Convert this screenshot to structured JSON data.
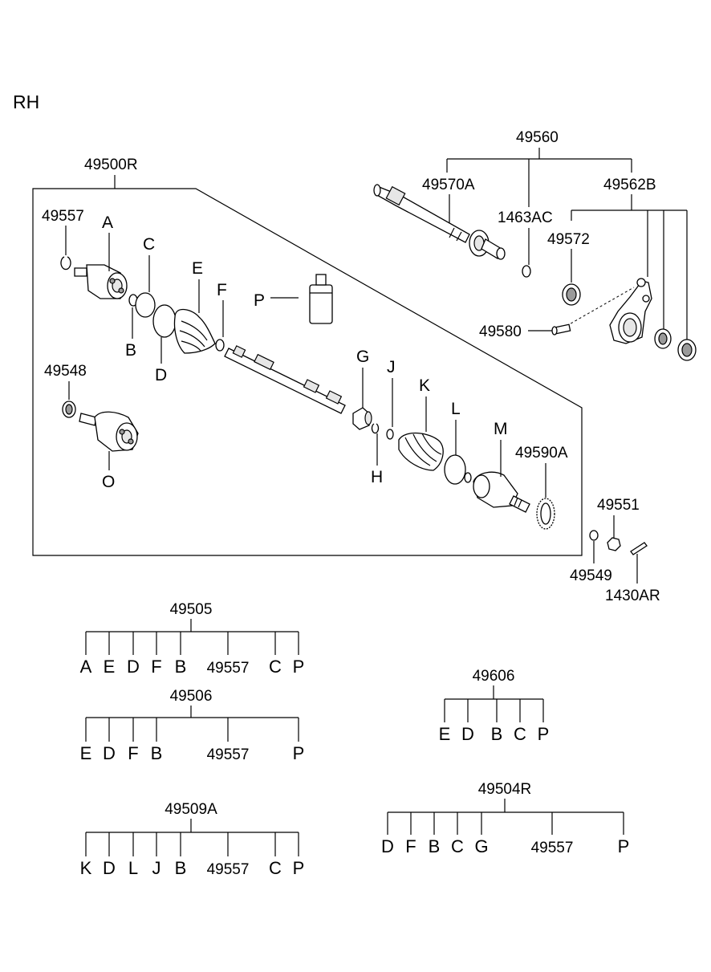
{
  "side_label": "RH",
  "callouts": {
    "p49560": "49560",
    "p49500r": "49500R",
    "p49570a": "49570A",
    "p49562b": "49562B",
    "p1463ac": "1463AC",
    "p49572": "49572",
    "p49580": "49580",
    "p49557": "49557",
    "p49548": "49548",
    "p49590a": "49590A",
    "p49551": "49551",
    "p49549": "49549",
    "p1430ar": "1430AR",
    "A": "A",
    "B": "B",
    "C": "C",
    "D": "D",
    "E": "E",
    "F": "F",
    "G": "G",
    "H": "H",
    "J": "J",
    "K": "K",
    "L": "L",
    "M": "M",
    "O": "O",
    "P": "P"
  },
  "kits": [
    {
      "id": "kit-49505",
      "title": "49505",
      "items": [
        "A",
        "E",
        "D",
        "F",
        "B",
        "49557",
        "C",
        "P"
      ]
    },
    {
      "id": "kit-49506",
      "title": "49506",
      "items": [
        "E",
        "D",
        "F",
        "B",
        "49557",
        "P"
      ]
    },
    {
      "id": "kit-49509a",
      "title": "49509A",
      "items": [
        "K",
        "D",
        "L",
        "J",
        "B",
        "49557",
        "C",
        "P"
      ]
    },
    {
      "id": "kit-49606",
      "title": "49606",
      "items": [
        "E",
        "D",
        "B",
        "C",
        "P"
      ]
    },
    {
      "id": "kit-49504r",
      "title": "49504R",
      "items": [
        "D",
        "F",
        "B",
        "C",
        "G",
        "49557",
        "P"
      ]
    }
  ]
}
